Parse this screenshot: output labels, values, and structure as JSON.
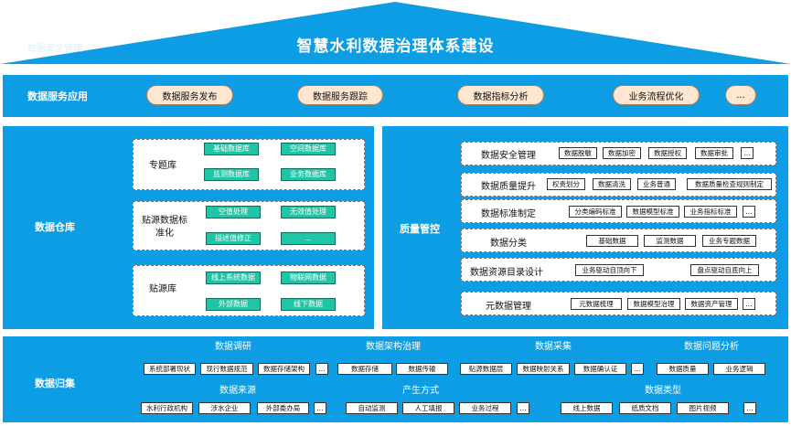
{
  "title": "智慧水利数据治理体系建设",
  "watermark": "数据安全管理",
  "service": {
    "label": "数据服务应用",
    "items": [
      "数据服务发布",
      "数据服务跟踪",
      "数据指标分析",
      "业务流程优化",
      "..."
    ]
  },
  "warehouse": {
    "label": "数据仓库",
    "groups": [
      {
        "label": "专题库",
        "tags": [
          "基础数据库",
          "空间数据库",
          "监测数据库",
          "业务数据库"
        ]
      },
      {
        "label": "贴源数据标准化",
        "tags": [
          "空值处理",
          "无效值处理",
          "描述值修正",
          "..."
        ]
      },
      {
        "label": "贴源库",
        "tags": [
          "线上系统数据",
          "物联网数据",
          "外部数据",
          "线下数据"
        ]
      }
    ]
  },
  "quality": {
    "label": "质量管控",
    "rows": [
      {
        "label": "数据安全管理",
        "tags": [
          "数据脱敏",
          "数据加密",
          "数据授权",
          "数据审批",
          "..."
        ]
      },
      {
        "label": "数据质量提升",
        "tags": [
          "权责划分",
          "数据清洗",
          "业务普通",
          "数据质量检查规则制定"
        ]
      },
      {
        "label": "数据标准制定",
        "tags": [
          "分类编码标准",
          "数据模型标准",
          "业务指标标准",
          "..."
        ]
      },
      {
        "label": "数据分类",
        "tags": [
          "基础数据",
          "监测数据",
          "业务专题数据"
        ]
      },
      {
        "label": "数据资源目录设计",
        "tags": [
          "业务驱动自顶向下",
          "盘点驱动自底向上"
        ]
      },
      {
        "label": "元数据管理",
        "tags": [
          "元数据梳理",
          "数据模型治理",
          "数据资产管理",
          "..."
        ]
      }
    ]
  },
  "collection": {
    "label": "数据归集",
    "top_headers": [
      "数据调研",
      "数据架构治理",
      "数据采集",
      "数据问题分析"
    ],
    "top_groups": [
      [
        "系统部署现状",
        "现行数据规范",
        "数据存储架构",
        "..."
      ],
      [
        "数据存储",
        "数据传输"
      ],
      [
        "贴源数据层",
        "数据映射关系",
        "数据确认证",
        "..."
      ],
      [
        "数据质量",
        "业务逻辑"
      ]
    ],
    "bottom_headers": [
      "数据来源",
      "产生方式",
      "数据类型"
    ],
    "bottom_groups": [
      [
        "水利行政机构",
        "涉水企业",
        "外部委办局",
        "..."
      ],
      [
        "自动监测",
        "人工填报",
        "业务过程",
        "..."
      ],
      [
        "线上数据",
        "纸质文档",
        "图片视频",
        "..."
      ]
    ]
  }
}
